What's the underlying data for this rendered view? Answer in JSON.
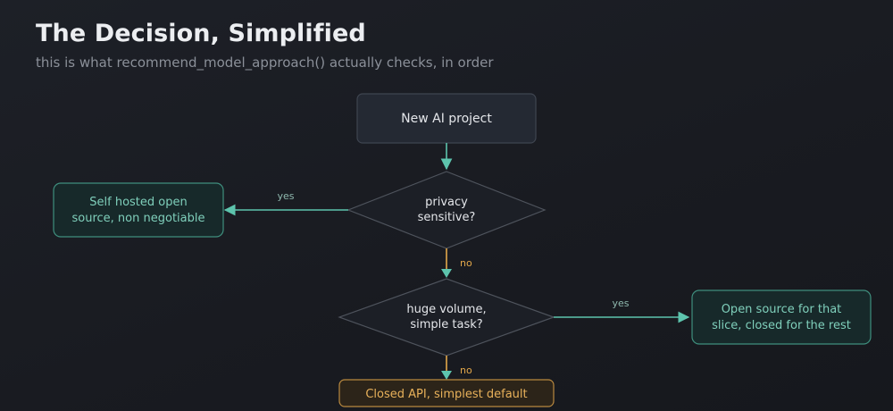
{
  "header": {
    "title": "The Decision, Simplified",
    "subtitle": "this is what recommend_model_approach() actually checks, in order"
  },
  "colors": {
    "teal": "#5dc4ad",
    "amber": "#e3a84a",
    "node_border": "#3f4550",
    "node_text": "#e4e6ea",
    "diamond_border": "#4e535c"
  },
  "flow": {
    "start": "New AI project",
    "decision_privacy": [
      "privacy",
      "sensitive?"
    ],
    "decision_volume": [
      "huge volume,",
      "simple task?"
    ],
    "outcome_self_hosted": [
      "Self hosted open",
      "source, non negotiable"
    ],
    "outcome_split": [
      "Open source for that",
      "slice, closed for the rest"
    ],
    "outcome_default": "Closed API, simplest default",
    "label_yes_privacy": "yes",
    "label_no_privacy": "no",
    "label_yes_volume": "yes",
    "label_no_volume": "no"
  }
}
